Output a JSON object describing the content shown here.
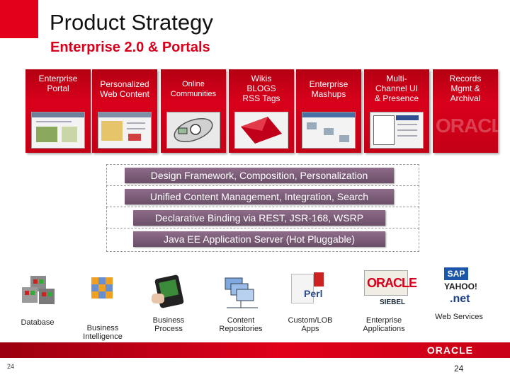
{
  "header": {
    "title": "Product Strategy",
    "subtitle": "Enterprise 2.0 & Portals"
  },
  "tiles": [
    {
      "label": "Enterprise\nPortal"
    },
    {
      "label": "Personalized\nWeb Content"
    },
    {
      "label": "Online\nCommunities"
    },
    {
      "label": "Wikis\nBLOGS\nRSS Tags"
    },
    {
      "label": "Enterprise\nMashups"
    },
    {
      "label": "Multi-\nChannel UI\n& Presence"
    },
    {
      "label": "Records\nMgmt &\nArchival"
    }
  ],
  "layers": [
    {
      "label": "Design Framework, Composition, Personalization"
    },
    {
      "label": "Unified Content Management, Integration, Search"
    },
    {
      "label": "Declarative Binding via REST, JSR-168, WSRP"
    },
    {
      "label": "Java EE Application Server (Hot Pluggable)"
    }
  ],
  "bottom_items": [
    {
      "label": "Database",
      "icon": "database-icon"
    },
    {
      "label": "Business\nIntelligence",
      "icon": "cubes-icon"
    },
    {
      "label": "Business\nProcess",
      "icon": "phone-icon"
    },
    {
      "label": "Content\nRepositories",
      "icon": "folders-icon"
    },
    {
      "label": "Custom/LOB\nApps",
      "icon": "app-logos-icon"
    },
    {
      "label": "Enterprise\nApplications",
      "icon": "oracle-logos-icon"
    },
    {
      "label": "Web Services",
      "icon": "vendor-logos-icon"
    }
  ],
  "logos": {
    "oracle": "ORACLE",
    "oracle_small": "ORACLE",
    "siebel": "SIEBEL",
    "perl": "Perl",
    "sap": "SAP",
    "yahoo": "YAHOO!",
    "net": ".net"
  },
  "footer": {
    "brand": "ORACLE",
    "page_left": "24",
    "page_right": "24"
  },
  "colors": {
    "accent": "#e2001a",
    "layer": "#7d5c79"
  }
}
